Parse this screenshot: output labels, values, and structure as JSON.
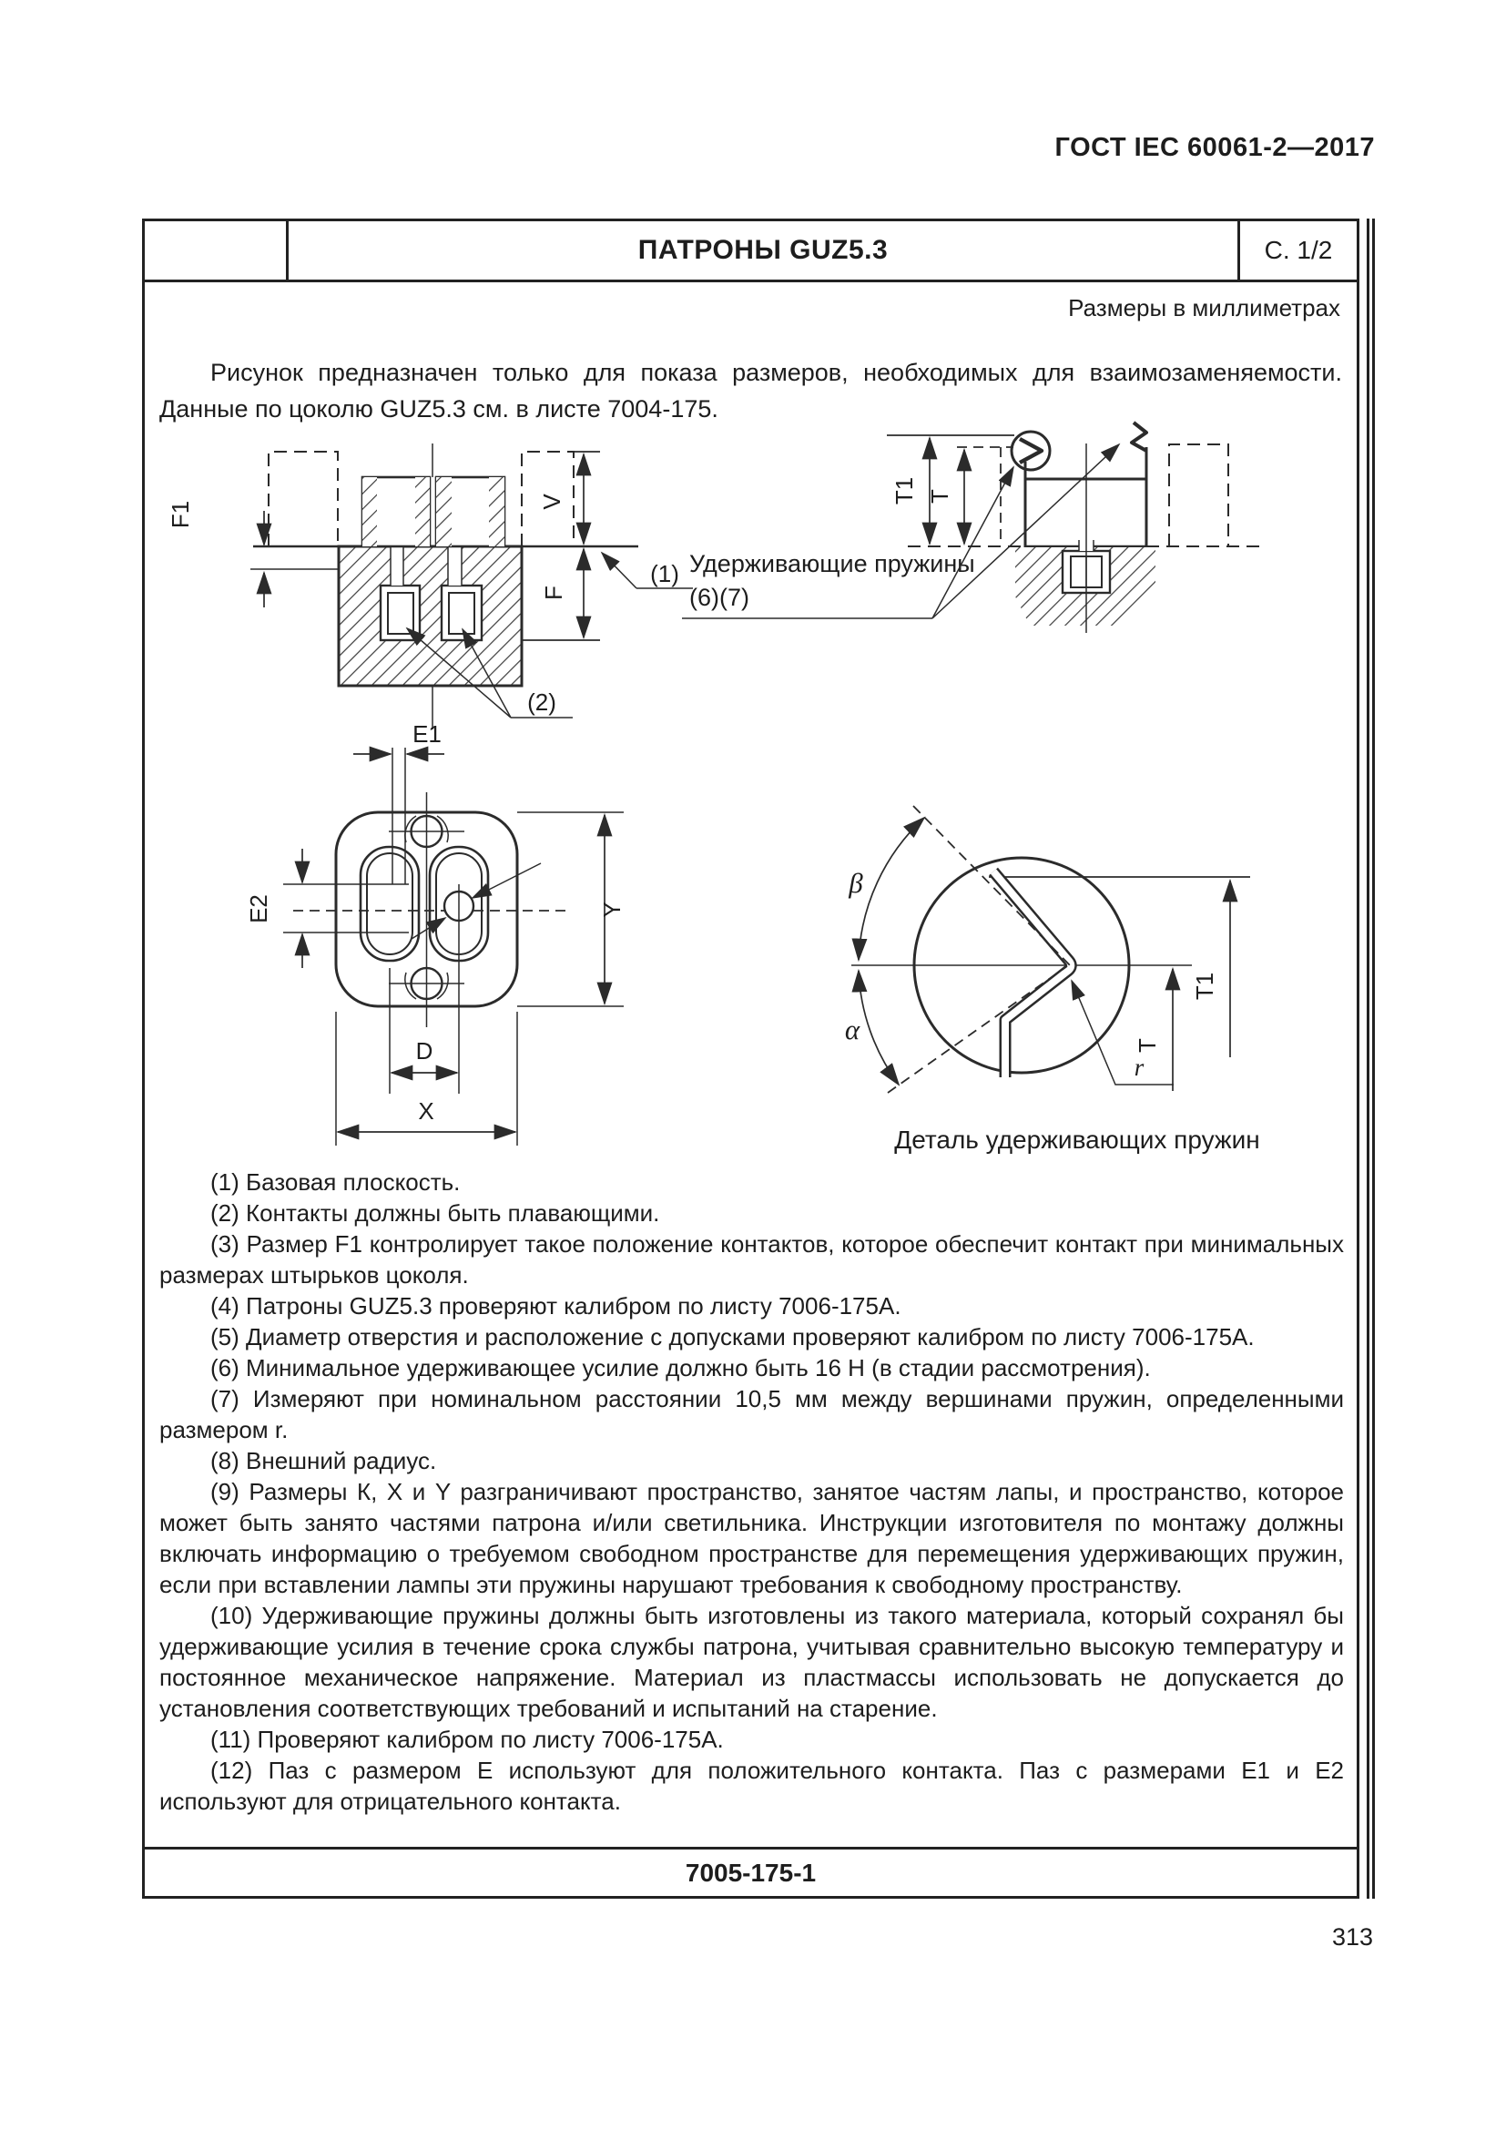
{
  "page": {
    "standard": "ГОСТ IEC 60061-2—2017",
    "page_number": "313"
  },
  "sheet": {
    "title": "ПАТРОНЫ GUZ5.3",
    "sheet_no": "С. 1/2",
    "units_note": "Размеры в миллиметрах",
    "intro": "Рисунок предназначен только для показа размеров, необходимых для взаимозаменяемости. Данные по цоколю GUZ5.3 см. в листе 7004-175.",
    "footer_code": "7005-175-1"
  },
  "drawings": {
    "section_view": {
      "f1": "F1",
      "v": "V",
      "f": "F",
      "callout_base_plane": "(1)",
      "callout_contacts": "(2)"
    },
    "springs_callout": {
      "line1": "Удерживающие пружины",
      "line2": "(6)(7)"
    },
    "side_view": {
      "t1": "T1",
      "t": "T"
    },
    "plan_view": {
      "e1": "E1",
      "e2": "E2",
      "y": "Y",
      "d": "D",
      "x": "X"
    },
    "spring_detail": {
      "beta": "β",
      "alpha": "α",
      "r": "r",
      "t": "T",
      "t1": "T1",
      "caption": "Деталь удерживающих пружин"
    }
  },
  "notes": [
    "(1) Базовая плоскость.",
    "(2) Контакты должны быть плавающими.",
    "(3) Размер F1 контролирует такое положение контактов, которое обеспечит контакт при минимальных размерах штырьков цоколя.",
    "(4) Патроны GUZ5.3 проверяют калибром по листу 7006-175А.",
    "(5) Диаметр отверстия и расположение с допусками проверяют калибром по листу 7006-175А.",
    "(6) Минимальное удерживающее усилие должно быть 16 Н (в стадии рассмотрения).",
    "(7) Измеряют при номинальном расстоянии 10,5 мм между вершинами пружин, определенными размером r.",
    "(8) Внешний радиус.",
    "(9) Размеры К, X и Y разграничивают пространство, занятое частям лапы, и пространство, которое может быть занято частями патрона и/или светильника. Инструкции изготовителя по монтажу должны включать информацию о требуемом свободном пространстве для перемещения удерживающих пружин, если при вставлении лампы эти пружины нарушают требования к свободному пространству.",
    "(10) Удерживающие пружины должны быть изготовлены из такого материала, который сохранял бы удерживающие усилия в течение срока службы патрона, учитывая сравнительно высокую температуру и постоянное механическое напряжение. Материал из пластмассы использовать не допускается до установления соответствующих требований и испытаний на старение.",
    "(11) Проверяют калибром по листу 7006-175А.",
    "(12) Паз с размером Е используют для положительного контакта. Паз с размерами Е1 и Е2 используют для отрицательного контакта."
  ]
}
